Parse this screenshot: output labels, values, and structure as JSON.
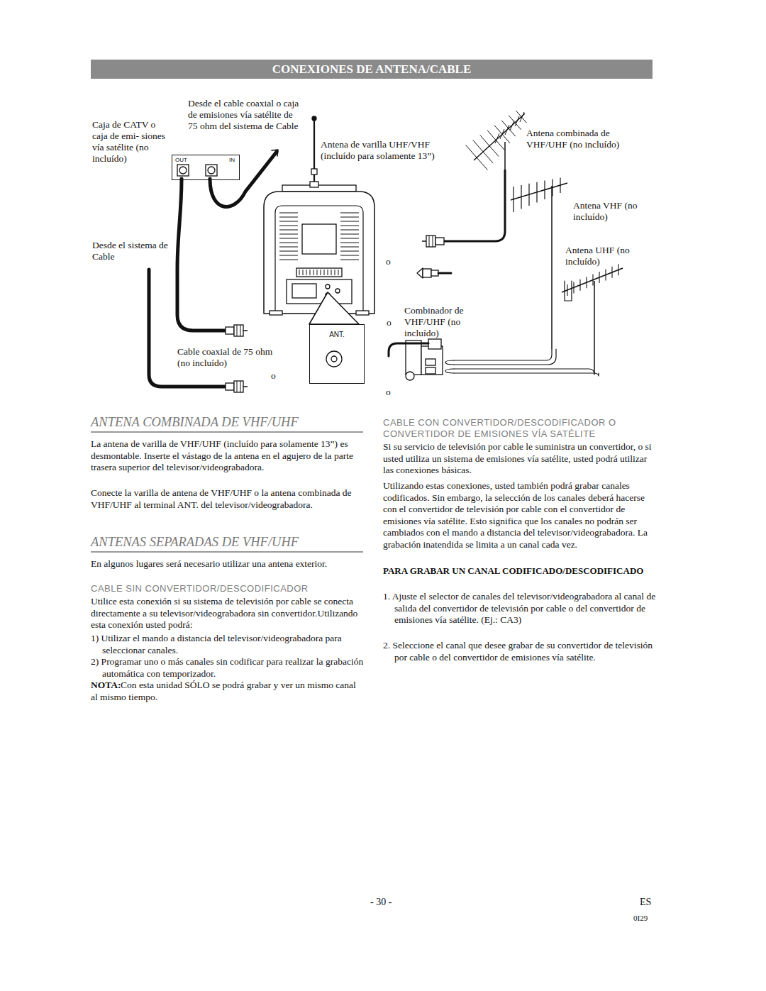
{
  "diagram": {
    "title": "CONEXIONES DE ANTENA/CABLE",
    "nodes": [
      {
        "text": [
          "OUT",
          "IN"
        ]
      },
      {
        "text": [
          "ANT."
        ]
      }
    ],
    "labels": [
      "Desde el cable coaxial o caja de emisiones vía satélite de 75 ohm del sistema de Cable",
      "Caja de CATV o caja de emi- siones vía satélite (no incluído)",
      "Antena de varilla UHF/VHF (incluído para solamente 13”)",
      "Antena combinada de VHF/UHF (no incluído)",
      "Antena VHF (no incluído)",
      "Desde el sistema de Cable",
      "o",
      "Antena UHF (no incluído)",
      "Combinador de VHF/UHF (no incluído)",
      "o",
      "Cable coaxial de 75 ohm (no incluído)",
      "o",
      "o",
      "ANTENA COMBINADA DE VHF/UHF",
      "La antena de varilla de VHF/UHF (incluído para solamente 13”) es desmontable. Inserte el vástago de la antena en el agujero de la parte trasera superior del televisor/videograbadora.",
      "Conecte la varilla de antena de VHF/UHF o la antena combinada de VHF/UHF al terminal ANT. del televisor/videograbadora.",
      "ANTENAS SEPARADAS DE VHF/UHF",
      "En algunos lugares será necesario utilizar una antena exterior.",
      "CABLE SIN CONVERTIDOR/DESCODIFICADOR",
      "Utilice esta conexión si su sistema de televisión por cable se conecta directamente a su televisor/videograbadora sin convertidor.Utilizando esta conexión usted podrá:",
      "1) Utilizar el mando a distancia del televisor/videograbadora para seleccionar canales.",
      "2) Programar uno o más canales sin codificar para realizar la grabación automática con temporizador.",
      "NOTA:",
      "Con esta unidad SÓLO se podrá grabar y ver un mismo canal al mismo tiempo.",
      "CABLE CON CONVERTIDOR/DESCODIFICADOR O CONVERTIDOR DE EMISIONES VÍA SATÉLITE",
      "Si su servicio de televisión por cable le suministra un convertidor, o si usted utiliza un sistema de emisiones vía satélite, usted podrá utilizar las conexiones básicas.",
      "Utilizando estas conexiones, usted también podrá grabar canales codificados. Sin embargo, la selección de los canales deberá hacerse con el convertidor de televisión por cable con el convertidor de emisiones vía satélite. Esto significa que los canales no podrán ser cambiados con el mando a distancia del televisor/videograbadora. La grabación inatendida se limita a un canal cada vez.",
      "PARA GRABAR UN CANAL CODIFICADO/DESCODIFICADO",
      "1. Ajuste el selector de canales del televisor/videograbadora al canal de salida del convertidor de televisión por cable o del convertidor de emisiones vía satélite. (Ej.: CA3)",
      "2. Seleccione el canal que desee grabar de su convertidor de televisión por cable o del convertidor de emisiones vía satélite.",
      "- 30 -",
      "ES",
      "0I29"
    ]
  }
}
